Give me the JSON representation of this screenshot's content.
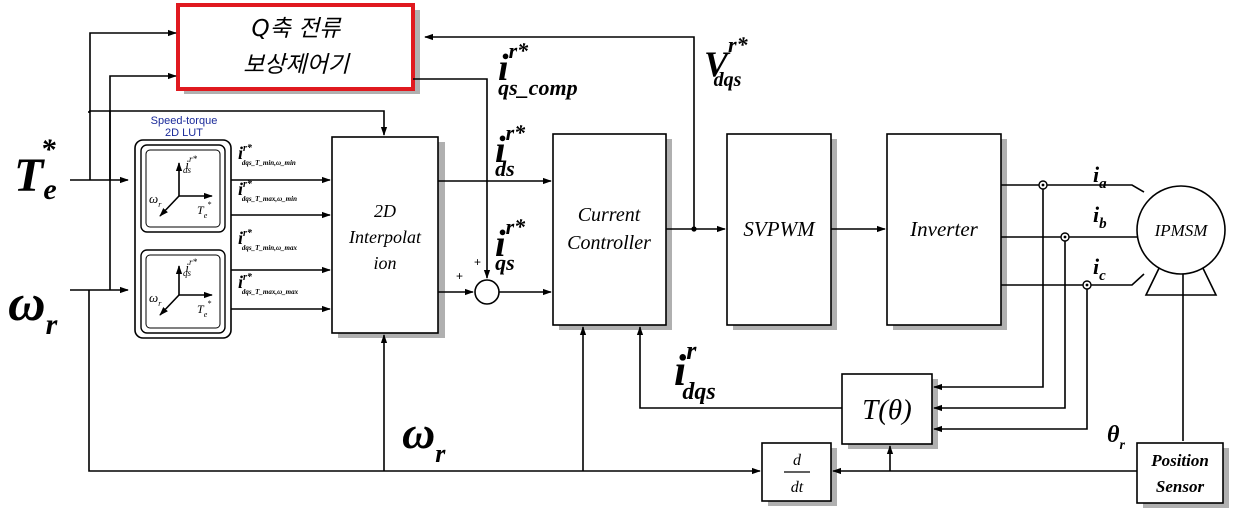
{
  "blocks": {
    "compensator": {
      "line1": "Q축 전류",
      "line2": "보상제어기"
    },
    "lut": {
      "title_line1": "Speed-torque",
      "title_line2": "2D LUT"
    },
    "interp": {
      "line1": "2D",
      "line2": "Interpolat",
      "line3": "ion"
    },
    "current_controller": {
      "line1": "Current",
      "line2": "Controller"
    },
    "svpwm": "SVPWM",
    "inverter": "Inverter",
    "motor": "IPMSM",
    "transform": "T(θ)",
    "differentiator": {
      "num": "d",
      "den": "dt"
    },
    "position_sensor": {
      "line1": "Position",
      "line2": "Sensor"
    }
  },
  "signals": {
    "torque_ref": {
      "main": "T",
      "sub": "e",
      "sup": "*"
    },
    "speed": {
      "main": "ω",
      "sub": "r"
    },
    "iqs_comp": {
      "main": "i",
      "sup": "r*",
      "sub": "qs_comp"
    },
    "vdqs": {
      "main": "V",
      "sup": "r*",
      "sub": "dqs"
    },
    "ids_ref": {
      "main": "i",
      "sup": "r*",
      "sub": "ds"
    },
    "iqs_ref": {
      "main": "i",
      "sup": "r*",
      "sub": "qs"
    },
    "idqs_fb": {
      "main": "i",
      "sup": "r",
      "sub": "dqs"
    },
    "speed_mid": {
      "main": "ω",
      "sub": "r"
    },
    "theta": {
      "main": "θ",
      "sub": "r"
    },
    "ia": {
      "main": "i",
      "sub": "a"
    },
    "ib": {
      "main": "i",
      "sub": "b"
    },
    "ic": {
      "main": "i",
      "sub": "c"
    },
    "lut_outputs": [
      {
        "main": "i",
        "sup": "r*",
        "sub": "dqs_T_min,ω_min"
      },
      {
        "main": "i",
        "sup": "r*",
        "sub": "dqs_T_max,ω_min"
      },
      {
        "main": "i",
        "sup": "r*",
        "sub": "dqs_T_min,ω_max"
      },
      {
        "main": "i",
        "sup": "r*",
        "sub": "dqs_T_max,ω_max"
      }
    ],
    "lut_axes_top": {
      "y": "i",
      "y_sup": "r*",
      "y_sub": "ds",
      "x": "T",
      "x_sub": "e",
      "x_sup": "*",
      "z": "ω",
      "z_sub": "r"
    },
    "lut_axes_bottom": {
      "y": "i",
      "y_sup": "r*",
      "y_sub": "qs",
      "x": "T",
      "x_sub": "e",
      "x_sup": "*",
      "z": "ω",
      "z_sub": "r"
    }
  },
  "summing_junction": {
    "sign_left": "+",
    "sign_top": "+"
  },
  "colors": {
    "compensator_border": "#e0191f",
    "lut_title": "#1a2a9a",
    "shadow": "#b0b0b0"
  }
}
